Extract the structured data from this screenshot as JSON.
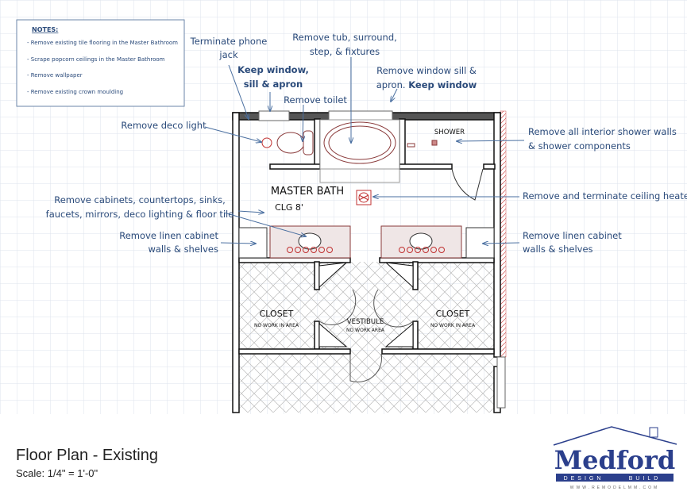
{
  "notes": {
    "heading": "NOTES:",
    "items": [
      "- Remove existing tile flooring in the Master Bathroom",
      "- Scrape popcorn ceilings in the Master Bathroom",
      "- Remove wallpaper",
      "- Remove existing crown moulding"
    ]
  },
  "annotations": {
    "phone": [
      "Terminate phone",
      "jack"
    ],
    "keep_window": [
      "Keep window,",
      "sill & apron"
    ],
    "toilet": "Remove toilet",
    "tub": [
      "Remove tub, surround,",
      "step, & fixtures"
    ],
    "window_sill": [
      "Remove window sill &",
      "apron. ",
      "Keep window"
    ],
    "deco_light": "Remove deco light",
    "shower": [
      "Remove all interior shower walls",
      "& shower components"
    ],
    "heater": "Remove and terminate ceiling heater",
    "cabinets": [
      "Remove  cabinets, countertops, sinks,",
      "faucets, mirrors, deco lighting & floor tile"
    ],
    "linen_left": [
      "Remove linen cabinet",
      "walls & shelves"
    ],
    "linen_right": [
      "Remove linen cabinet",
      "walls & shelves"
    ]
  },
  "rooms": {
    "master_bath": "MASTER BATH",
    "ceiling": "CLG 8'",
    "shower": "SHOWER",
    "closet_left": "CLOSET",
    "closet_right": "CLOSET",
    "closet_note": "NO WORK IN AREA",
    "vestibule": "VESTIBULE",
    "vestibule_note": "NO WORK AREA"
  },
  "footer": {
    "title": "Floor Plan - Existing",
    "scale": "Scale: 1/4\" = 1'-0\""
  },
  "logo": {
    "name": "Medford",
    "tagline_left": "DESIGN",
    "tagline_right": "BUILD",
    "url": "WWW.REMODELMM.COM"
  },
  "colors": {
    "annotation": "#2a4a7a",
    "logo": "#2b3f8c",
    "demo": "#c03030"
  }
}
